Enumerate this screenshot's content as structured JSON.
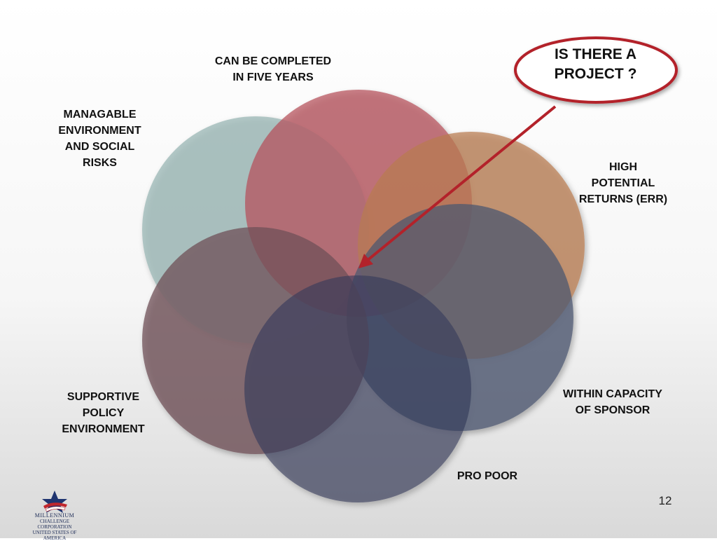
{
  "labels": {
    "top": [
      "CAN BE COMPLETED",
      "IN FIVE YEARS"
    ],
    "manage": [
      "MANAGABLE",
      "ENVIRONMENT",
      "AND SOCIAL",
      "RISKS"
    ],
    "high": [
      "HIGH",
      "POTENTIAL",
      "RETURNS (ERR)"
    ],
    "capacity": [
      "WITHIN CAPACITY",
      "OF SPONSOR"
    ],
    "policy": [
      "SUPPORTIVE",
      "POLICY",
      "ENVIRONMENT"
    ],
    "poor": "PRO POOR"
  },
  "callout": [
    "IS THERE A",
    "PROJECT ?"
  ],
  "page_number": "12",
  "logo": {
    "name": "MILLENNIUM",
    "line2": "CHALLENGE CORPORATION",
    "line3": "UNITED STATES OF AMERICA"
  },
  "colors": {
    "circle_teal": "#9dbab7",
    "circle_red": "#b6505a",
    "circle_orange": "#b87b51",
    "circle_slate": "#4d5870",
    "circle_mauve": "#6e5058",
    "circle_navy": "#363a5a",
    "arrow": "#b3222a"
  }
}
